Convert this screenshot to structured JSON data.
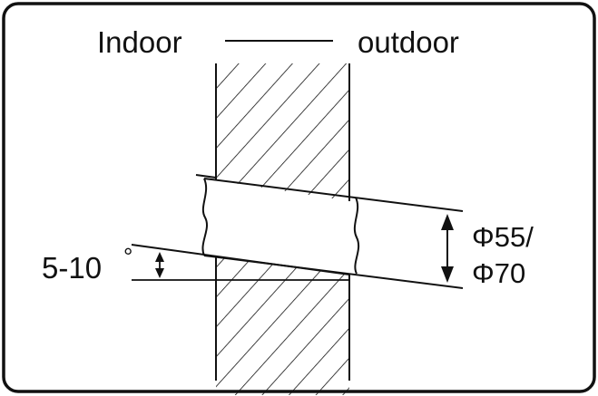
{
  "labels": {
    "indoor": "Indoor",
    "outdoor": "outdoor",
    "diameter_line1": "Φ55/",
    "diameter_line2": "Φ70",
    "angle": "5-10",
    "degree_symbol": "°"
  },
  "colors": {
    "stroke": "#111111",
    "background": "#ffffff"
  }
}
